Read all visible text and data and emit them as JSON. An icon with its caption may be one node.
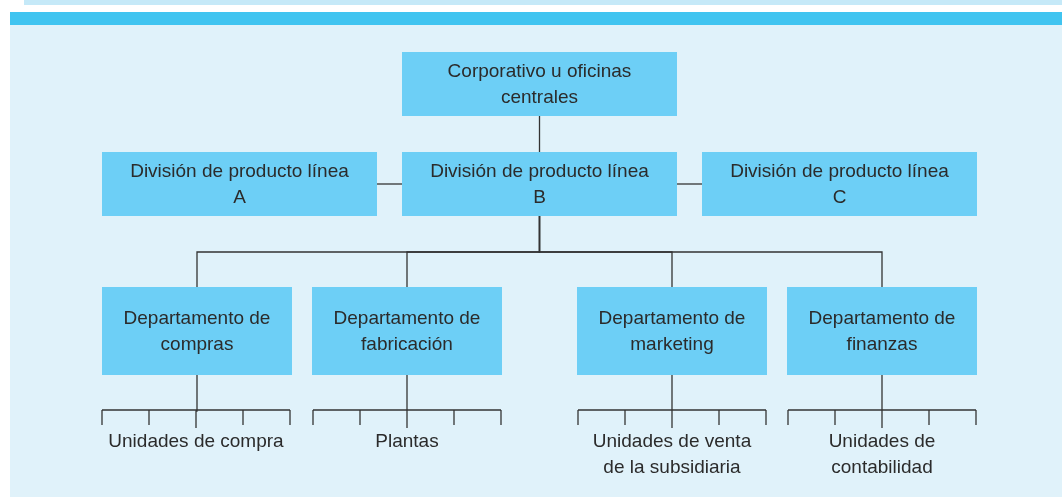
{
  "diagram": {
    "nodes": [
      {
        "text": [
          "Corporativo u oficinas centrales"
        ]
      },
      {
        "text": [
          "División de producto línea A"
        ]
      },
      {
        "text": [
          "División de producto línea B"
        ]
      },
      {
        "text": [
          "División de producto línea C"
        ]
      },
      {
        "text": [
          "Departamento de compras"
        ]
      },
      {
        "text": [
          "Departamento de fabricación"
        ]
      },
      {
        "text": [
          "Departamento de marketing"
        ]
      },
      {
        "text": [
          "Departamento de finanzas"
        ]
      },
      {
        "text": [
          "Unidades de compra"
        ]
      },
      {
        "text": [
          "Plantas"
        ]
      },
      {
        "text": [
          "Unidades de venta de la subsidiaria"
        ]
      },
      {
        "text": [
          "Unidades de contabilidad"
        ]
      }
    ],
    "edges": [
      {
        "from": 0,
        "to": 2,
        "arrow": "none"
      },
      {
        "from": 1,
        "to": 2,
        "arrow": "none"
      },
      {
        "from": 2,
        "to": 3,
        "arrow": "none"
      },
      {
        "from": 2,
        "to": 4,
        "arrow": "none"
      },
      {
        "from": 2,
        "to": 5,
        "arrow": "none"
      },
      {
        "from": 2,
        "to": 6,
        "arrow": "none"
      },
      {
        "from": 2,
        "to": 7,
        "arrow": "none"
      },
      {
        "from": 4,
        "to": 8,
        "arrow": "none"
      },
      {
        "from": 5,
        "to": 9,
        "arrow": "none"
      },
      {
        "from": 6,
        "to": 10,
        "arrow": "none"
      },
      {
        "from": 7,
        "to": 11,
        "arrow": "none"
      }
    ]
  }
}
